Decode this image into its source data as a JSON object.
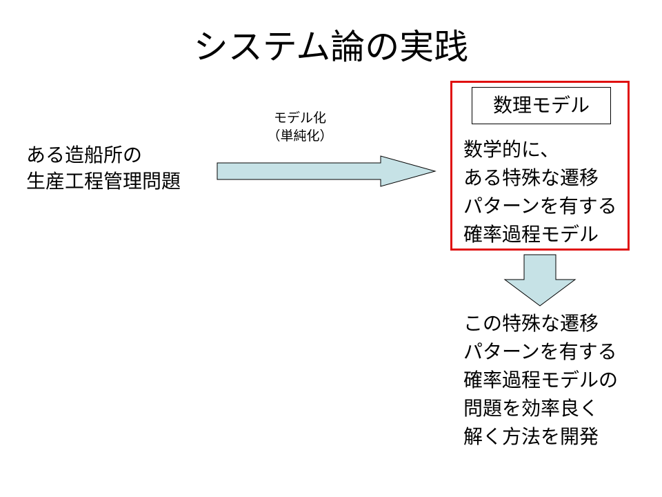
{
  "slide": {
    "title": "システム論の実践",
    "problem_lines": [
      "ある造船所の",
      "生産工程管理問題"
    ],
    "arrow_label_lines": [
      "モデル化",
      "（単純化）"
    ],
    "model_label": "数理モデル",
    "model_description_lines": [
      "数学的に、",
      "ある特殊な遷移",
      "パターンを有する",
      "確率過程モデル"
    ],
    "goal_lines": [
      "この特殊な遷移",
      "パターンを有する",
      "確率過程モデルの",
      "問題を効率良く",
      "解く方法を開発"
    ]
  },
  "colors": {
    "arrow_fill": "#c6e2e6",
    "arrow_stroke": "#000000",
    "box_border": "#e01010"
  }
}
